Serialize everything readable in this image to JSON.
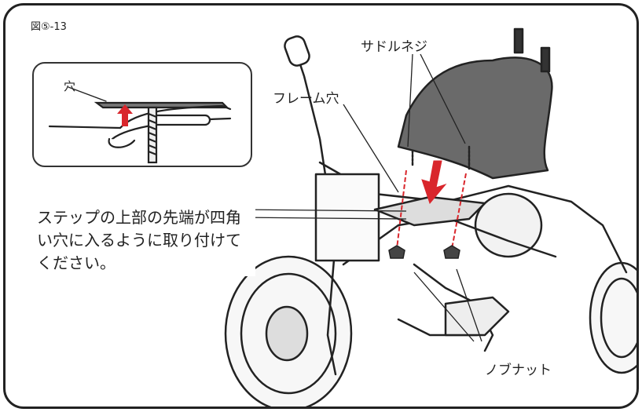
{
  "figure": {
    "label": "図⑤-13"
  },
  "inset": {
    "hole_label": "穴"
  },
  "callouts": {
    "saddle_screw": "サドルネジ",
    "frame_hole": "フレーム穴",
    "knob_nut": "ノブナット"
  },
  "note": {
    "text": "ステップの上部の先端が四角い穴に入るように取り付けてください。"
  },
  "colors": {
    "outline": "#222222",
    "seat": "#6a6a6a",
    "accent_red": "#d9262c"
  }
}
